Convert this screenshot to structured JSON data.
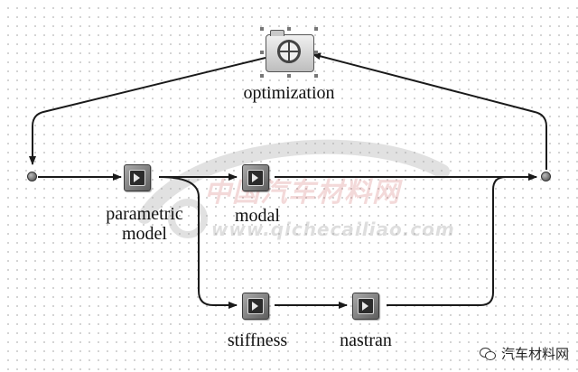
{
  "nodes": {
    "optimization": "optimization",
    "parametric_model": "parametric model",
    "modal": "modal",
    "stiffness": "stiffness",
    "nastran": "nastran"
  },
  "watermark": {
    "cn_text": "中国汽车材料网",
    "url": "www.qichecailiao.com"
  },
  "brand": {
    "text": "汽车材料网",
    "icon": "wechat-icon"
  },
  "colors": {
    "wire": "#1a1a1a",
    "grid_dot": "#c9c9c9"
  }
}
